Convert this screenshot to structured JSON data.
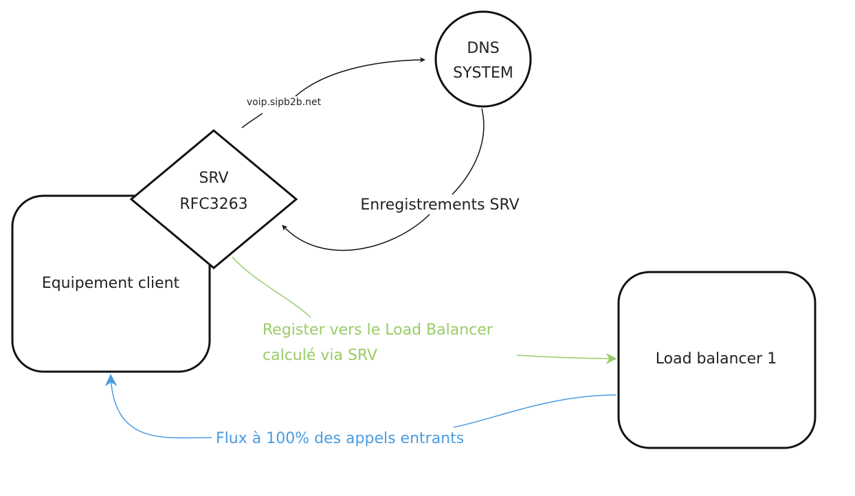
{
  "nodes": {
    "dns": {
      "line1": "DNS",
      "line2": "SYSTEM"
    },
    "srv": {
      "line1": "SRV",
      "line2": "RFC3263"
    },
    "client": {
      "label": "Equipement client"
    },
    "lb": {
      "label": "Load balancer 1"
    }
  },
  "edges": {
    "query": {
      "label": "voip.sipb2b.net"
    },
    "response": {
      "label": "Enregistrements SRV"
    },
    "register": {
      "line1": "Register vers le Load Balancer",
      "line2": "calculé via SRV"
    },
    "flow": {
      "label": "Flux à 100% des appels entrants"
    }
  },
  "colors": {
    "stroke": "#111111",
    "green": "#99cc66",
    "blue": "#4a9be0"
  }
}
